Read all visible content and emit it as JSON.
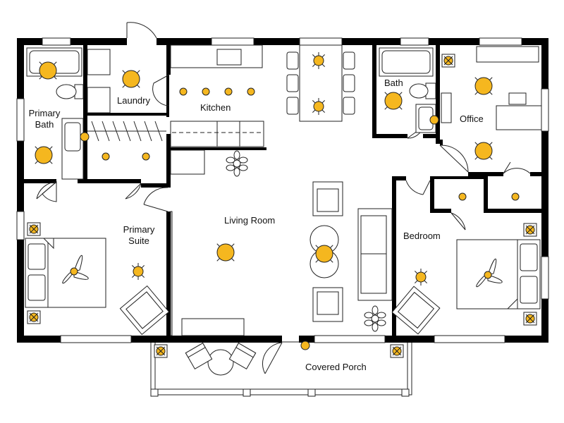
{
  "rooms": {
    "kitchen": "Kitchen",
    "laundry": "Laundry",
    "primary_bath": "Primary\nBath",
    "bath": "Bath",
    "office": "Office",
    "living_room": "Living Room",
    "primary_suite": "Primary\nSuite",
    "bedroom": "Bedroom",
    "covered_porch": "Covered Porch"
  },
  "colors": {
    "wall": "#000000",
    "light_fixture": "#f5b71f",
    "line": "#222222",
    "background": "#ffffff"
  },
  "icons": [
    "ceiling-light-icon",
    "recessed-light-icon",
    "wall-light-icon",
    "ceiling-fan-icon",
    "plant-icon"
  ]
}
